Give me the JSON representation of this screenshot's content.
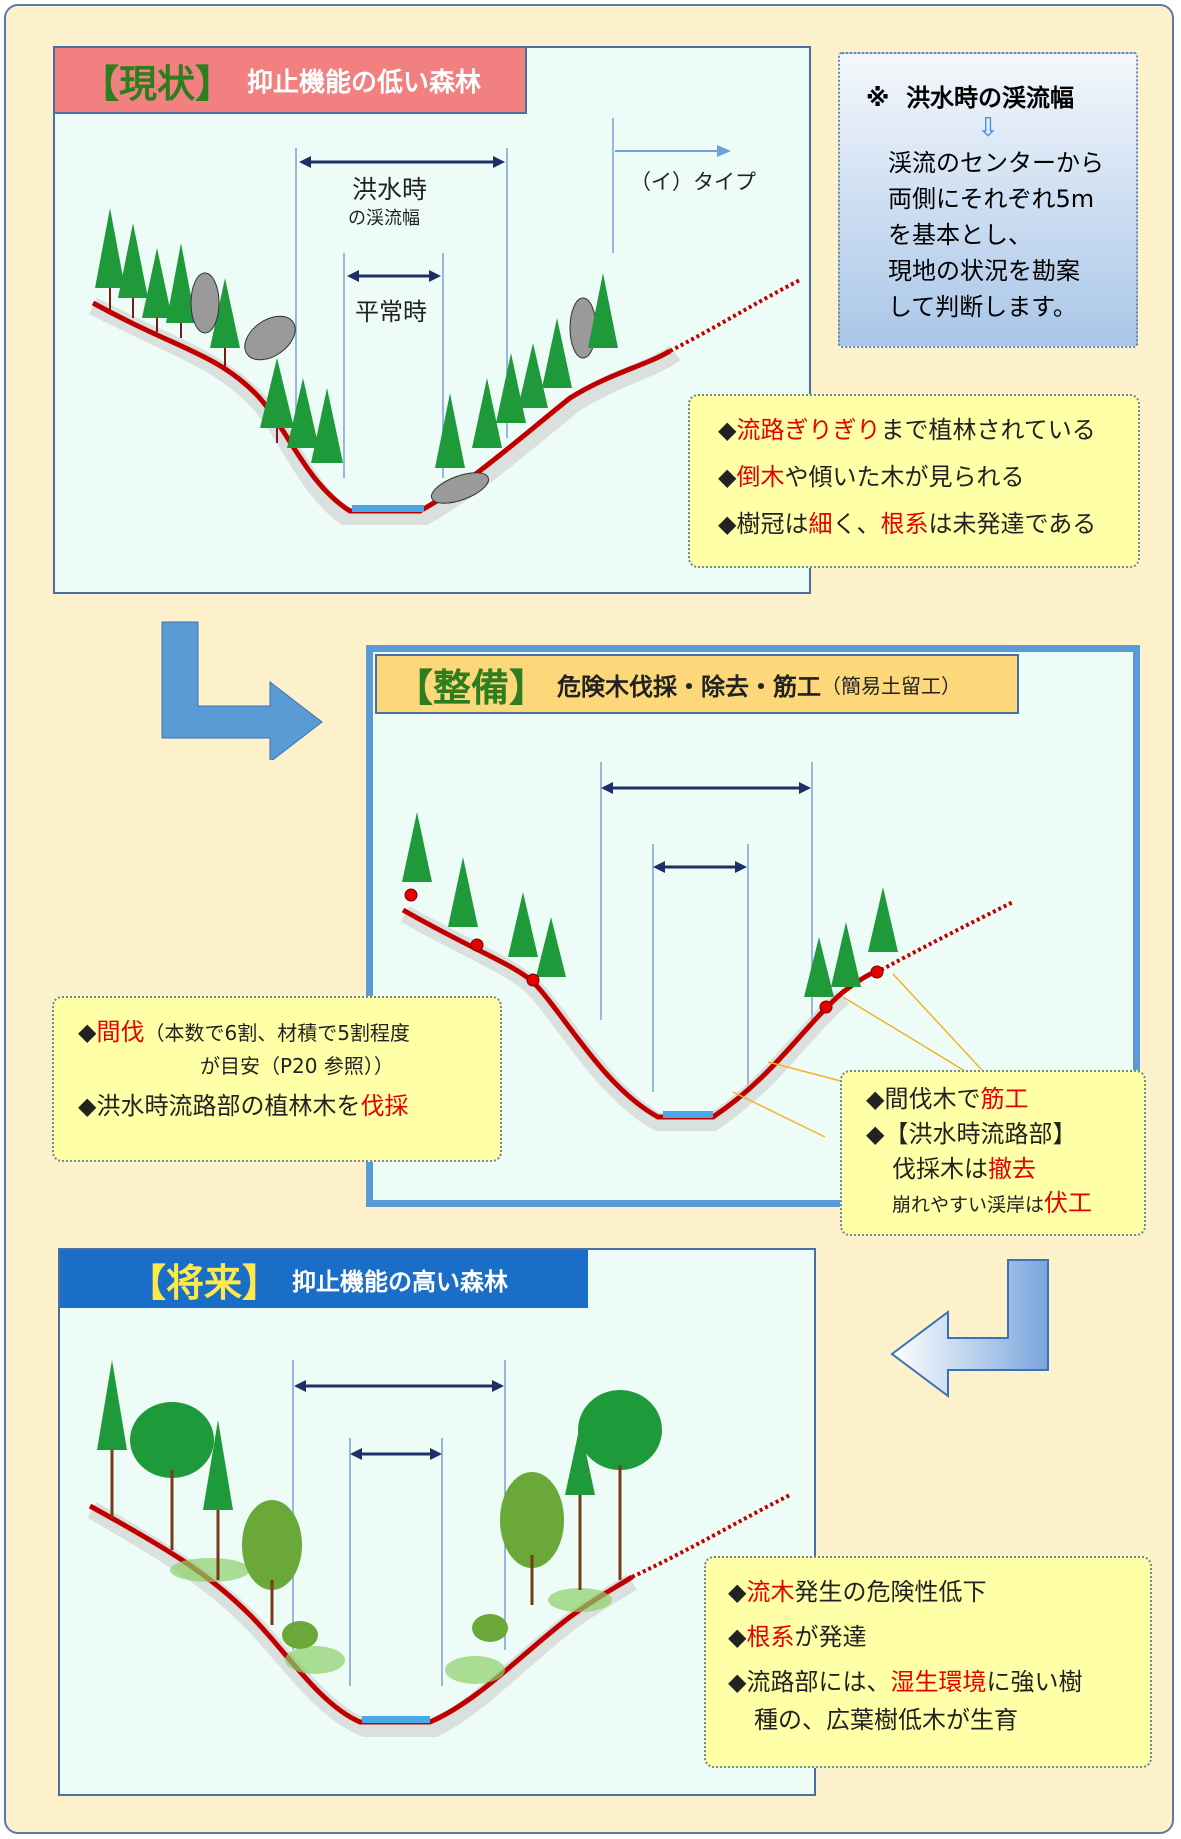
{
  "current": {
    "tag": "現状",
    "title": "抑止機能の低い森林",
    "label_flood": "洪水時",
    "label_flood_sub": "の渓流幅",
    "label_normal": "平常時",
    "label_type": "（イ）タイプ",
    "notes": [
      {
        "pre": "◆",
        "red": "流路ぎりぎり",
        "post": "まで植林されている"
      },
      {
        "pre": "◆",
        "red": "倒木",
        "post": "や傾いた木が見られる"
      },
      {
        "pre": "◆樹冠は",
        "red": "細",
        "post": "く、",
        "red2": "根系",
        "post2": "は未発達である"
      }
    ]
  },
  "info_box": {
    "title_mark": "※",
    "title": "洪水時の渓流幅",
    "arrow": "⇩",
    "lines": [
      "渓流のセンターから",
      "両側にそれぞれ5m",
      "を基本とし、",
      "現地の状況を勘案",
      "して判断します。"
    ]
  },
  "maintenance": {
    "tag": "整備",
    "title": "危険木伐採・除去・筋工",
    "title_sub": "（簡易土留工）",
    "left_note": {
      "l1_pre": "◆",
      "l1_red": "間伐",
      "l1_post": "（本数で6割、材積で5割程度",
      "l2": "が目安（P20 参照））",
      "l3_pre": "◆洪水時流路部の植林木を",
      "l3_red": "伐採"
    },
    "right_note": {
      "l1_pre": "◆間伐木で",
      "l1_red": "筋工",
      "l2": "◆【洪水時流路部】",
      "l3_pre": "伐採木は",
      "l3_red": "撤去",
      "l4_pre": "崩れやすい渓岸は",
      "l4_red": "伏工"
    }
  },
  "future": {
    "tag": "将来",
    "title": "抑止機能の高い森林",
    "notes": [
      {
        "pre": "◆",
        "red": "流木",
        "post": "発生の危険性低下"
      },
      {
        "pre": "◆",
        "red": "根系",
        "post": "が発達"
      },
      {
        "pre": "◆流路部には、",
        "red": "湿生環境",
        "post": "に強い樹"
      },
      {
        "pre": "",
        "red": "",
        "post": "種の、広葉樹低木が生育"
      }
    ]
  },
  "colors": {
    "accent_red": "#e60000",
    "tag_green": "#2e7d1e",
    "tag_yellow": "#ffe94a",
    "panel_bg": "#eefcf8"
  }
}
